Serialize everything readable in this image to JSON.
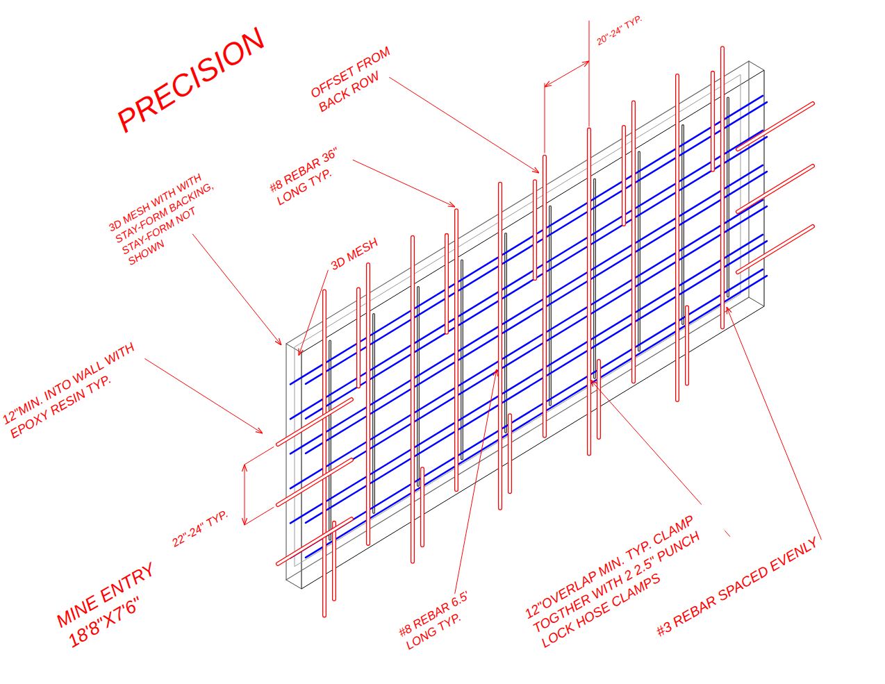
{
  "diagram": {
    "labels": [
      "PRECISION",
      "20\"-24\" TYP.",
      "OFFSET FROM BACK ROW",
      "#8 REBAR 36\" LONG TYP.",
      "3D MESH WITH WITH STAY-FORM BACKING, STAY-FORM NOT SHOWN",
      "3D MESH",
      "12\"MIN. INTO WALL WITH EPOXY RESIN TYP.",
      "22\"-24\" TYP.",
      "MINE ENTRY 18'8\"X7'6\"",
      "#8 REBAR 6.5' LONG TYP.",
      "12\"OVERLAP MIN. TYP. CLAMP TOGTHER WITH 2 2.5\" PUNCH LOCK HOSE CLAMPS",
      "#3 REBAR SPACED EVENLY"
    ]
  }
}
